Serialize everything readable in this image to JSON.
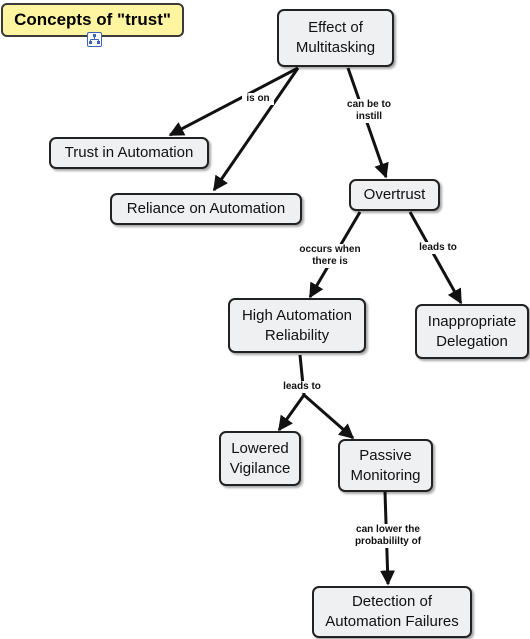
{
  "title": "Concepts of \"trust\"",
  "title_icon": "concept-map-icon",
  "nodes": {
    "multitasking": "Effect of\nMultitasking",
    "trust_automation": "Trust in Automation",
    "reliance": "Reliance on Automation",
    "overtrust": "Overtrust",
    "high_reliability": "High Automation\nReliability",
    "inappropriate": "Inappropriate\nDelegation",
    "lowered": "Lowered\nVigilance",
    "passive": "Passive\nMonitoring",
    "detection": "Detection of\nAutomation Failures"
  },
  "links": {
    "is_on": "is on",
    "can_be_to_instill": "can be to\ninstill",
    "occurs_when": "occurs when\nthere is",
    "leads_to_1": "leads to",
    "leads_to_2": "leads to",
    "can_lower": "can lower the\nprobabililty of"
  }
}
